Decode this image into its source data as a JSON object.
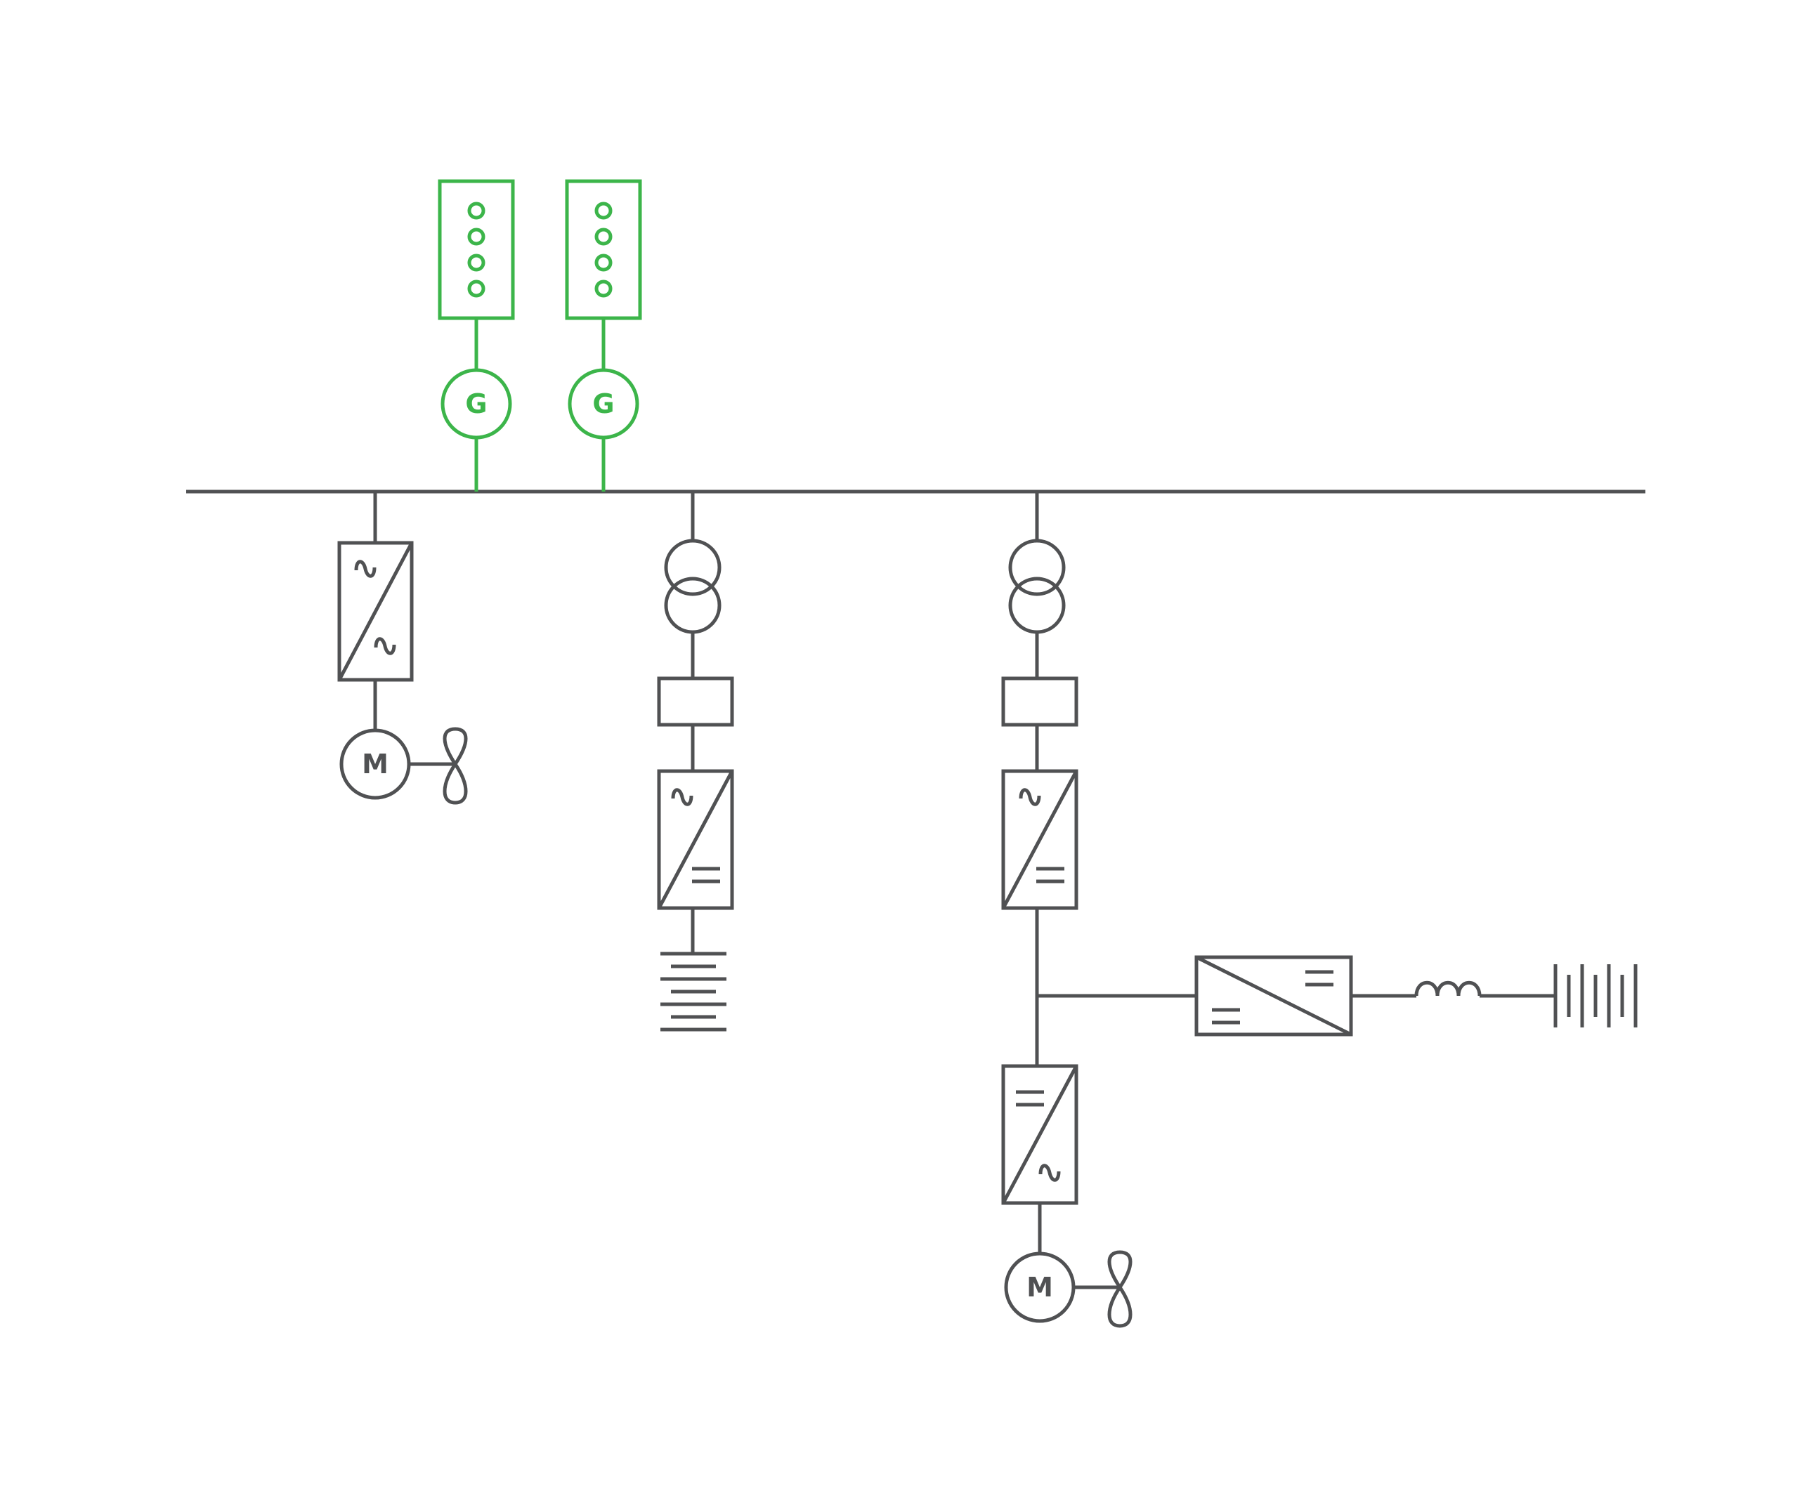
{
  "colors": {
    "background": "#ffffff",
    "line": "#505153",
    "generation": "#3cb54a"
  },
  "labels": {
    "generator": "G",
    "motor": "M"
  },
  "icons": [
    "generator-icon",
    "engine-icon",
    "motor-icon",
    "propeller-icon",
    "transformer-icon",
    "ac-ac-converter-icon",
    "ac-dc-converter-icon",
    "dc-ac-converter-icon",
    "dc-dc-converter-icon",
    "rectifier-load-icon",
    "inductor-icon",
    "battery-icon",
    "busbar"
  ]
}
